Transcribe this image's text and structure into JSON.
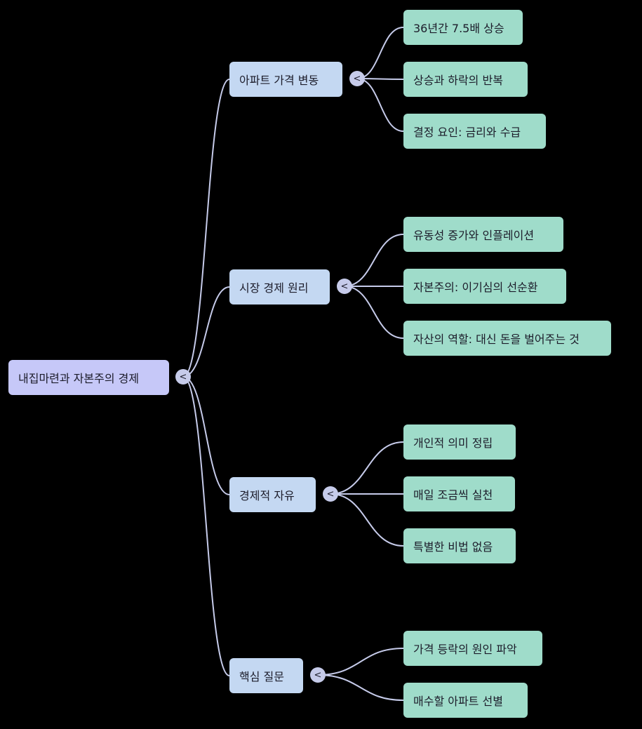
{
  "root": {
    "label": "내집마련과 자본주의 경제",
    "toggle": "<"
  },
  "branches": [
    {
      "label": "아파트 가격 변동",
      "toggle": "<",
      "children": [
        "36년간 7.5배 상승",
        "상승과 하락의 반복",
        "결정 요인: 금리와 수급"
      ]
    },
    {
      "label": "시장 경제 원리",
      "toggle": "<",
      "children": [
        "유동성 증가와 인플레이션",
        "자본주의: 이기심의 선순환",
        "자산의 역할: 대신 돈을 벌어주는 것"
      ]
    },
    {
      "label": "경제적 자유",
      "toggle": "<",
      "children": [
        "개인적 의미 정립",
        "매일 조금씩 실천",
        "특별한 비법 없음"
      ]
    },
    {
      "label": "핵심 질문",
      "toggle": "<",
      "children": [
        "가격 등락의 원인 파악",
        "매수할 아파트 선별"
      ]
    }
  ],
  "colors": {
    "background": "#000000",
    "root": "#c6c8f8",
    "branch": "#c4d8f2",
    "leaf": "#9fdcca",
    "edge": "#c6cbea"
  }
}
